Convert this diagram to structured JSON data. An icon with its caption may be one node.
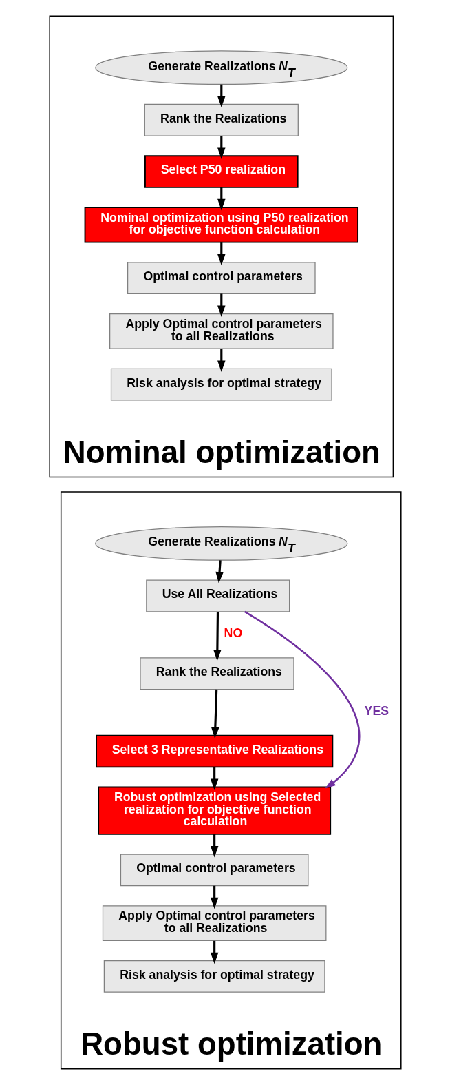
{
  "diagram": {
    "nodes": [
      {
        "text": [
          "Nominal optimization"
        ]
      },
      {
        "text": [
          "Generate Realizations *N*$_{T}$"
        ],
        "in": 0
      },
      {
        "text": [
          "Rank the Realizations"
        ],
        "in": 0
      },
      {
        "text": [
          "Select P50 realization"
        ],
        "in": 0
      },
      {
        "text": [
          "Nominal optimization using P50 realization for objective function calculation"
        ],
        "in": 0
      },
      {
        "text": [
          "Optimal control parameters"
        ],
        "in": 0
      },
      {
        "text": [
          "Apply Optimal control parameters to all Realizations"
        ],
        "in": 0
      },
      {
        "text": [
          "Risk analysis for optimal strategy"
        ],
        "in": 0
      },
      {
        "text": [
          "Robust optimization"
        ]
      },
      {
        "text": [
          "Generate Realizations *N*$_{T}$"
        ],
        "in": 8
      },
      {
        "text": [
          "Use All Realizations"
        ],
        "in": 8
      },
      {
        "text": [
          "Rank the Realizations"
        ],
        "in": 8
      },
      {
        "text": [
          "Select 3 Representative Realizations"
        ],
        "in": 8
      },
      {
        "text": [
          "Robust optimization using Selected realization for objective function calculation"
        ],
        "in": 8
      },
      {
        "text": [
          "Optimal control parameters"
        ],
        "in": 8
      },
      {
        "text": [
          "Apply Optimal control parameters to all Realizations"
        ],
        "in": 8
      },
      {
        "text": [
          "Risk analysis for optimal strategy"
        ],
        "in": 8
      }
    ],
    "edges": [
      {
        "from": 1,
        "to": 2,
        "arrow": "to"
      },
      {
        "from": 2,
        "to": 3,
        "arrow": "to"
      },
      {
        "from": 3,
        "to": 4,
        "arrow": "to"
      },
      {
        "from": 4,
        "to": 5,
        "arrow": "to"
      },
      {
        "from": 5,
        "to": 6,
        "arrow": "to"
      },
      {
        "from": 6,
        "to": 7,
        "arrow": "to"
      },
      {
        "from": 9,
        "to": 10,
        "arrow": "to"
      },
      {
        "from": 10,
        "to": 11,
        "arrow": "to",
        "label": "NO"
      },
      {
        "from": 11,
        "to": 12,
        "arrow": "to"
      },
      {
        "from": 12,
        "to": 13,
        "arrow": "to"
      },
      {
        "from": 10,
        "to": 13,
        "arrow": "to",
        "label": "YES",
        "color": "#7030a0"
      },
      {
        "from": 13,
        "to": 14,
        "arrow": "to"
      },
      {
        "from": 14,
        "to": 15,
        "arrow": "to"
      },
      {
        "from": 15,
        "to": 16,
        "arrow": "to"
      }
    ]
  }
}
